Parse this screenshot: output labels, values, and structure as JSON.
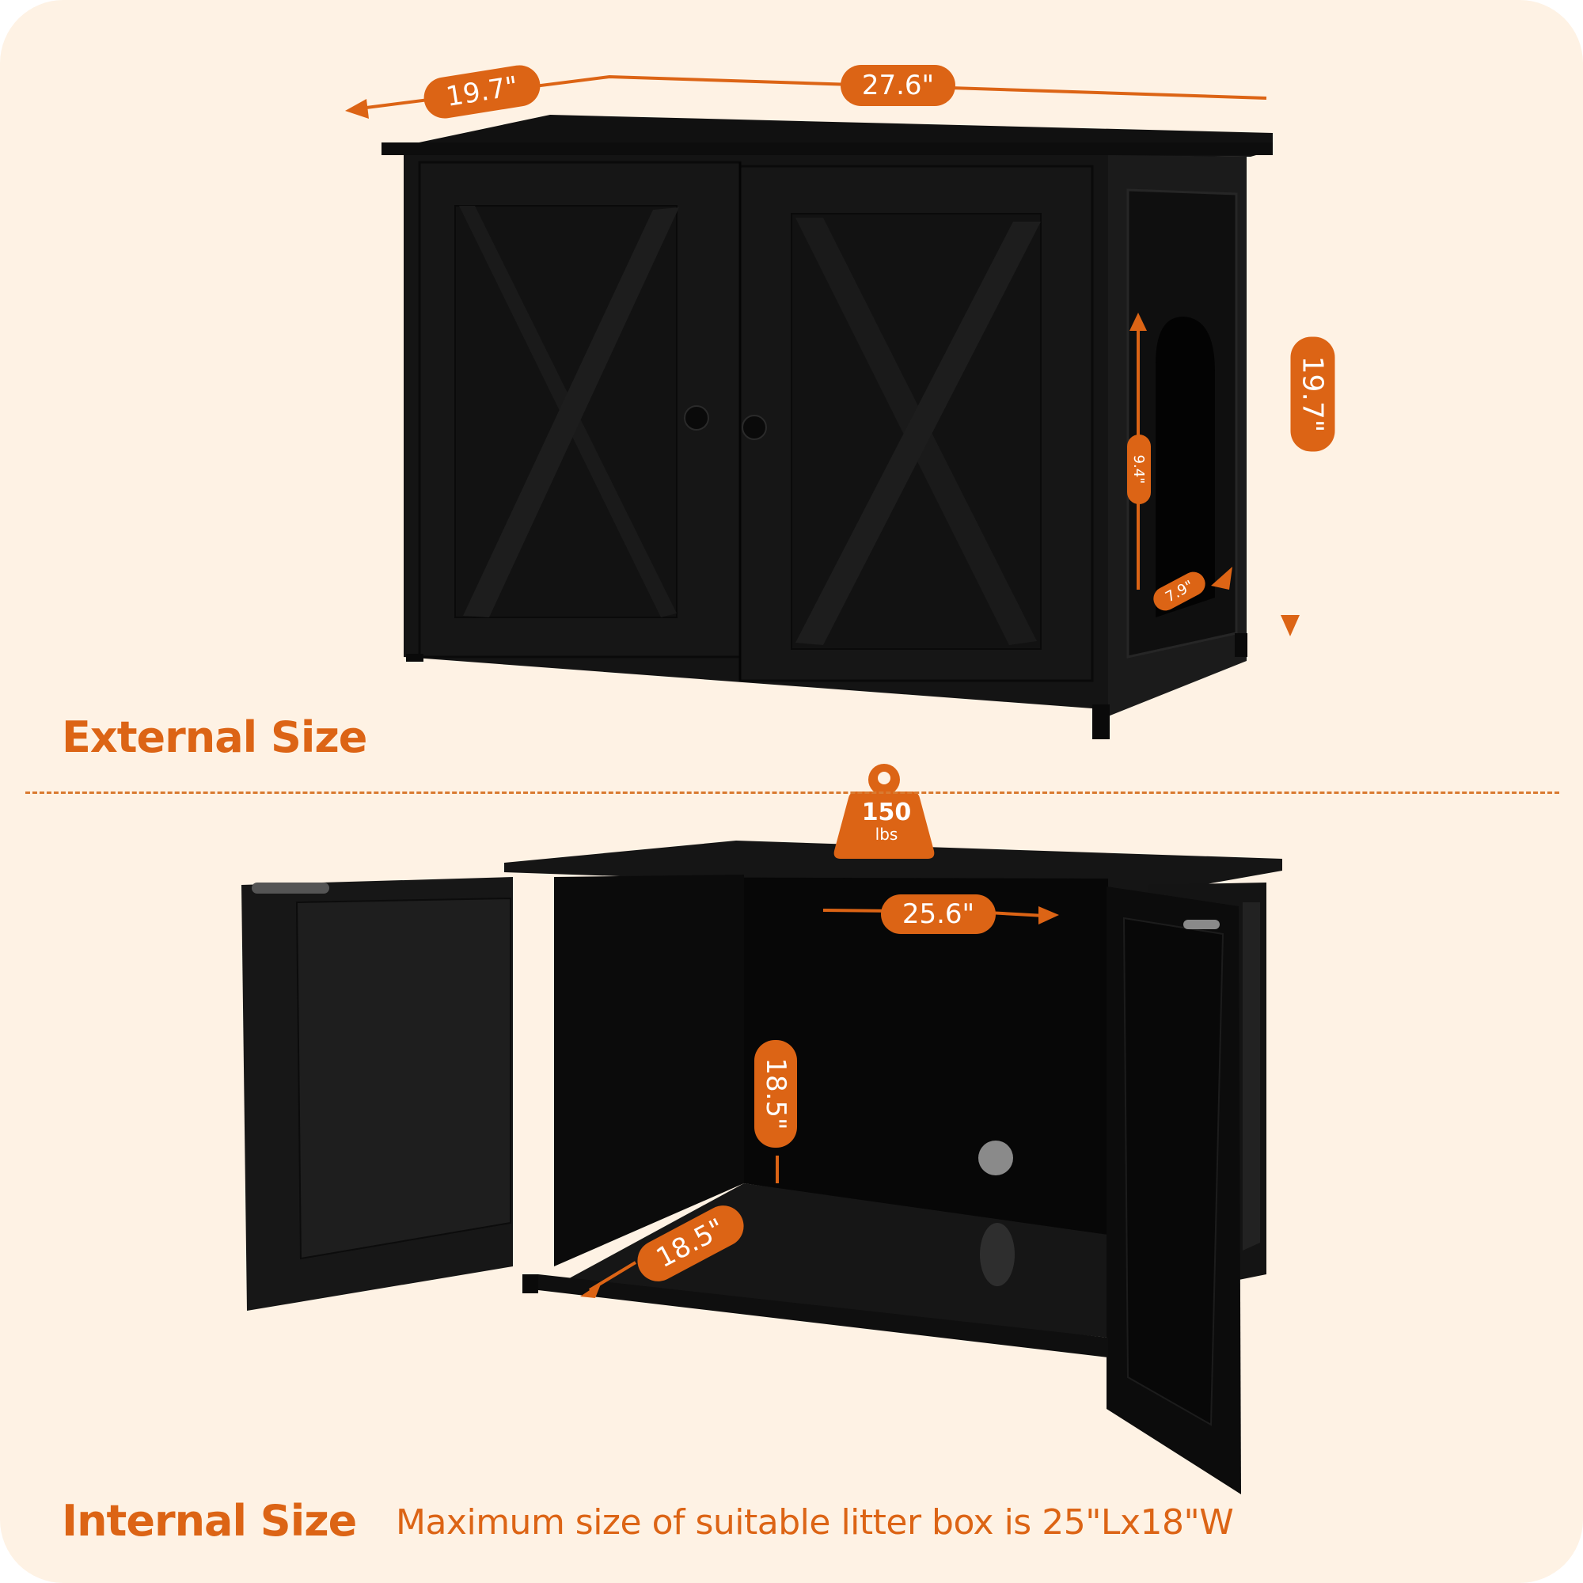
{
  "colors": {
    "background": "#fef2e4",
    "accent": "#dc6415",
    "cabinet": "#141414",
    "label_text": "#ffffff"
  },
  "external": {
    "title": "External Size",
    "depth": "19.7\"",
    "width": "27.6\"",
    "height": "19.7\"",
    "opening_height": "9.4\"",
    "opening_width": "7.9\""
  },
  "weight_badge": {
    "icon": "weight-icon",
    "value": "150",
    "unit": "lbs"
  },
  "internal": {
    "title": "Internal Size",
    "note": "Maximum size of suitable litter box is 25\"Lx18\"W",
    "width": "25.6\"",
    "height": "18.5\"",
    "depth": "18.5\""
  }
}
